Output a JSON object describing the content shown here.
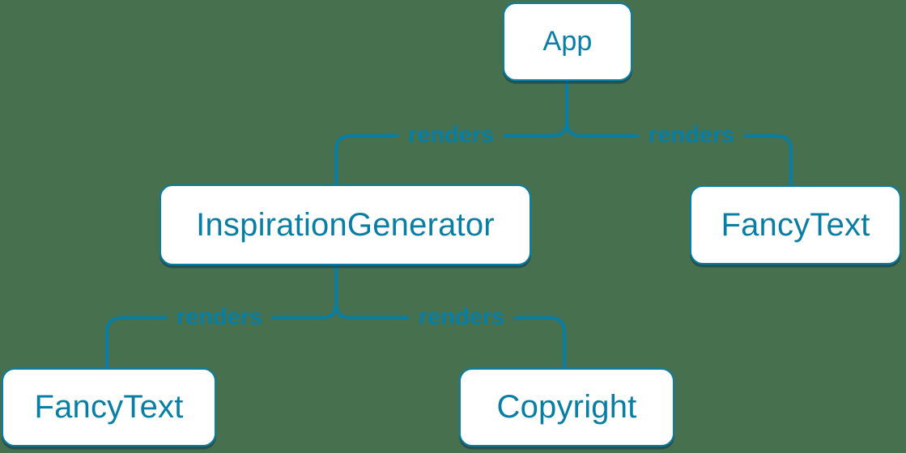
{
  "diagram": {
    "type": "tree",
    "nodes": [
      {
        "id": "app",
        "label": "App"
      },
      {
        "id": "inspiration-generator",
        "label": "InspirationGenerator"
      },
      {
        "id": "fancy-text-right",
        "label": "FancyText"
      },
      {
        "id": "fancy-text-left",
        "label": "FancyText"
      },
      {
        "id": "copyright",
        "label": "Copyright"
      }
    ],
    "edges": [
      {
        "from": "App",
        "to": "InspirationGenerator",
        "label": "renders"
      },
      {
        "from": "App",
        "to": "FancyText",
        "label": "renders"
      },
      {
        "from": "InspirationGenerator",
        "to": "FancyText",
        "label": "renders"
      },
      {
        "from": "InspirationGenerator",
        "to": "Copyright",
        "label": "renders"
      }
    ],
    "colors": {
      "background": "#47704E",
      "accent": "#087EA4",
      "node_fill": "#FFFFFF"
    }
  }
}
